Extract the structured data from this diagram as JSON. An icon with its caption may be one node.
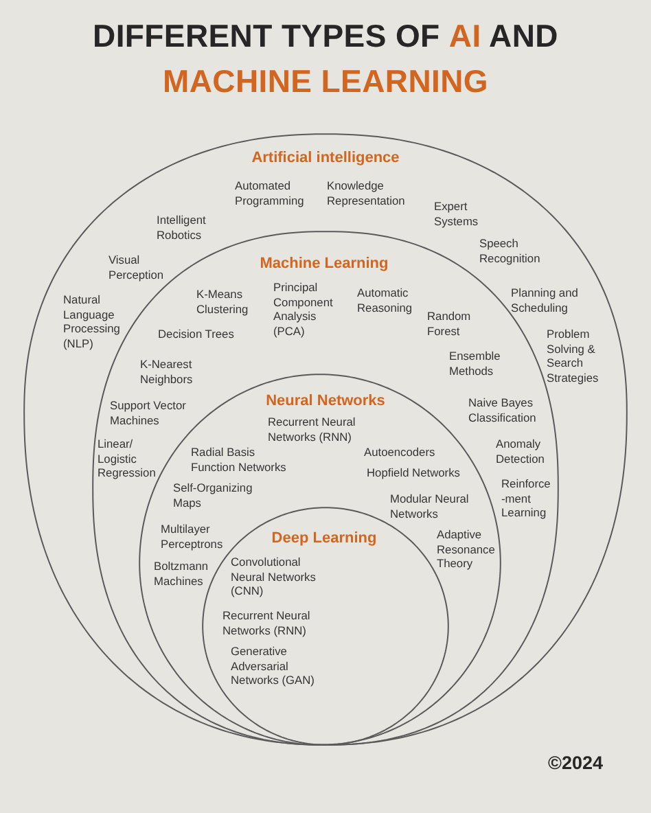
{
  "diagram": {
    "title": "DIFFERENT TYPES OF **AI** AND **MACHINE LEARNING**",
    "nodes": [
      {
        "text": [
          "Artificial intelligence",
          "Automated Programming",
          "Knowledge Representation",
          "Intelligent Robotics",
          "Expert Systems",
          "Visual Perception",
          "Speech Recognition",
          "Natural Language Processing (NLP)",
          "Planning and Scheduling",
          "Problem Solving & Search Strategies"
        ]
      },
      {
        "text": [
          "Machine Learning",
          "K-Means Clustering",
          "Principal Component Analysis (PCA)",
          "Automatic Reasoning",
          "Decision Trees",
          "Random Forest",
          "K-Nearest Neighbors",
          "Ensemble Methods",
          "Support Vector Machines",
          "Naive Bayes Classification",
          "Linear/ Logistic Regression",
          "Anomaly Detection",
          "Reinforce -ment Learning"
        ],
        "in": 0
      },
      {
        "text": [
          "Neural Networks",
          "Recurrent Neural Networks (RNN)",
          "Radial Basis Function Networks",
          "Autoencoders",
          "Hopfield Networks",
          "Self-Organizing Maps",
          "Modular Neural Networks",
          "Multilayer Perceptrons",
          "Boltzmann Machines",
          "Adaptive Resonance Theory"
        ],
        "in": 1
      },
      {
        "text": [
          "Deep Learning",
          "Convolutional Neural Networks (CNN)",
          "Recurrent Neural Networks (RNN)",
          "Generative Adversarial Networks (GAN)"
        ],
        "in": 2
      }
    ],
    "labels": [
      "©2024"
    ]
  }
}
